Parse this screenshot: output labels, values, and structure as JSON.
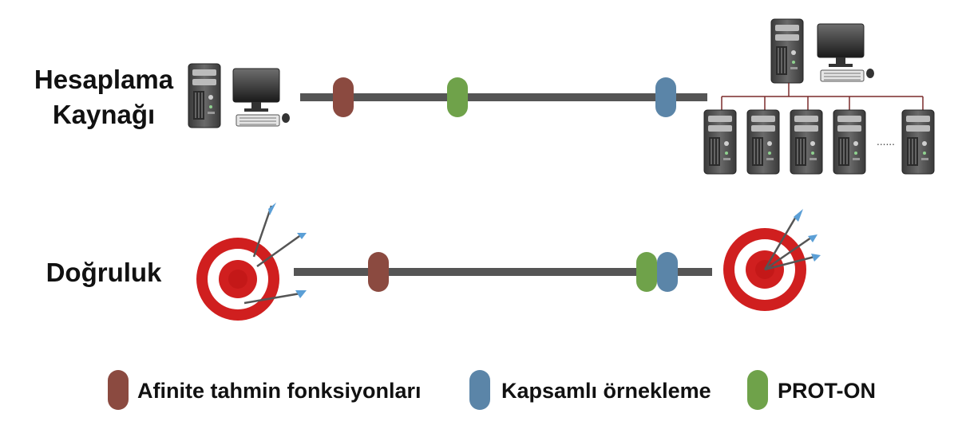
{
  "rows": {
    "compute": {
      "label_line1": "Hesaplama",
      "label_line2": "Kaynağı"
    },
    "accuracy": {
      "label": "Doğruluk"
    }
  },
  "servers": {
    "ellipsis": "......"
  },
  "legend": [
    {
      "label": "Afinite tahmin fonksiyonları",
      "color": "#8b4a40"
    },
    {
      "label": "Kapsamlı örnekleme",
      "color": "#5b85a8"
    },
    {
      "label": "PROT-ON",
      "color": "#6fa24a"
    }
  ],
  "colors": {
    "track": "#555555",
    "affinity": "#8b4a40",
    "sampling": "#5b85a8",
    "proton": "#6fa24a",
    "target_red": "#d01f1f",
    "network_line": "#7a2a2a"
  }
}
